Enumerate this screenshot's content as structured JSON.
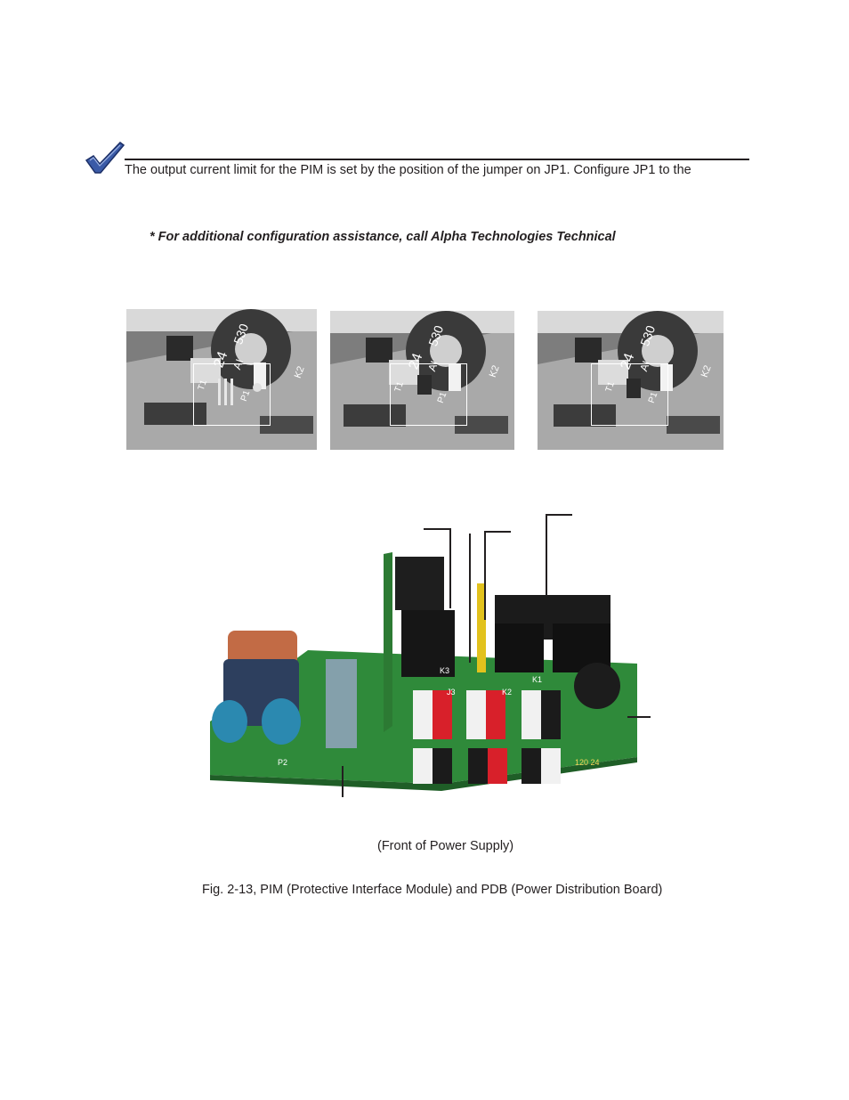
{
  "note": {
    "icon": "checkmark-icon",
    "text": "The output current limit for the PIM is set by the position of the jumper on JP1. Configure JP1 to the"
  },
  "assist_text": "* For additional configuration assistance, call Alpha Technologies Technical",
  "jumper_photos": [
    {
      "silk_top": "24",
      "silk_part": "530",
      "silk_al": "AI",
      "silk_ref": "K2",
      "silk_t": "T1",
      "silk_p": "P1"
    },
    {
      "silk_top": "24",
      "silk_part": "530",
      "silk_al": "AI",
      "silk_ref": "K2",
      "silk_t": "T1",
      "silk_p": "P1"
    },
    {
      "silk_top": "24",
      "silk_part": "530",
      "silk_al": "AI",
      "silk_ref": "K2",
      "silk_t": "T1",
      "silk_p": "P1"
    }
  ],
  "board_silk": {
    "k3": "K3",
    "k2": "K2",
    "k1": "K1",
    "p2": "P2",
    "num": "120 24",
    "j3": "J3"
  },
  "captions": {
    "front": "(Front of Power Supply)",
    "figure": "Fig. 2-13, PIM (Protective Interface Module) and PDB (Power Distribution Board)"
  },
  "colors": {
    "check_fill": "#3b5ba7",
    "pcb_green": "#2f8a3a",
    "pin_red": "#d8202a"
  }
}
